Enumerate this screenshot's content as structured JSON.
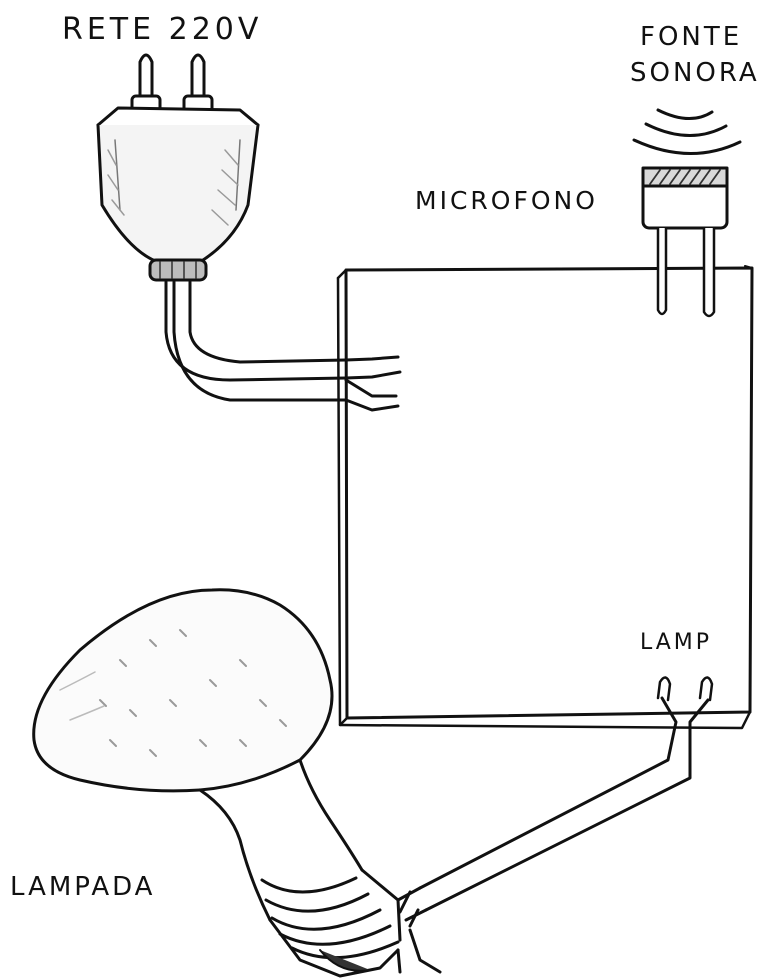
{
  "labels": {
    "mains": "RETE 220V",
    "sound_source_line1": "FONTE",
    "sound_source_line2": "SONORA",
    "microphone": "MICROFONO",
    "lamp_terminal": "LAMP",
    "lamp": "LAMPADA"
  },
  "colors": {
    "ink": "#111111",
    "paper": "#ffffff",
    "shade": "#9a9a9a"
  }
}
